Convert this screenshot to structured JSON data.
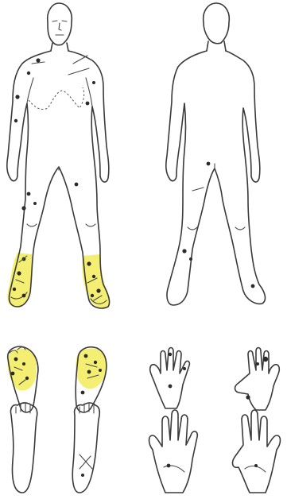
{
  "figure": {
    "highlight_color": "#f3ee6a",
    "ink_color": "#2b2b2b",
    "views": [
      {
        "name": "body-front",
        "highlighted_regions": [
          "right-foot",
          "left-foot"
        ]
      },
      {
        "name": "body-back",
        "highlighted_regions": []
      },
      {
        "name": "sole-left",
        "highlighted_regions": [
          "forefoot"
        ]
      },
      {
        "name": "sole-right",
        "highlighted_regions": [
          "forefoot"
        ]
      },
      {
        "name": "foot-top-left",
        "highlighted_regions": []
      },
      {
        "name": "foot-top-right",
        "highlighted_regions": []
      },
      {
        "name": "hand-back-left",
        "highlighted_regions": []
      },
      {
        "name": "hand-back-right",
        "highlighted_regions": []
      },
      {
        "name": "palm-left",
        "highlighted_regions": []
      },
      {
        "name": "palm-right",
        "highlighted_regions": []
      }
    ]
  }
}
